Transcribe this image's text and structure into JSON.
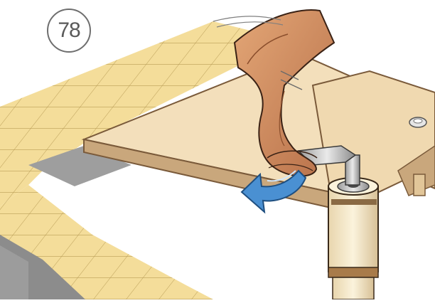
{
  "step": {
    "number": "78"
  },
  "illustration": {
    "subject": "hand-turning-crank-handle",
    "icons": [
      "tile-floor",
      "wooden-board",
      "arm",
      "crank-handle",
      "roller-post",
      "rotation-arrow"
    ]
  },
  "colors": {
    "tile": "#f4dd9a",
    "tile_grout": "#b89c56",
    "board": "#f3dfbb",
    "board_edge": "#c9a77c",
    "skin": "#cc8a5a",
    "arrow": "#4a90d2",
    "metal": "#c8c8c8",
    "roller": "#f3e6c6"
  }
}
